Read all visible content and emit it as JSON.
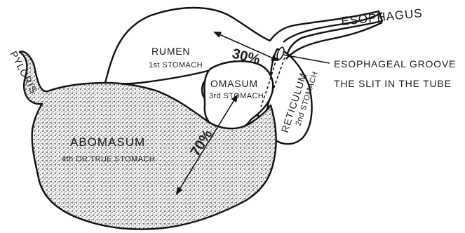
{
  "labels": {
    "esophagus": "ESOPHAGUS",
    "rumen": "RUMEN",
    "rumen_sub": "1st STOMACH",
    "pylorus": "PYLORIS",
    "omasum": "OMASUM",
    "omasum_sub": "3rd STOMACH",
    "reticulum": "RETICULUM",
    "reticulum_sub": "2nd STOMACH",
    "abomasum": "ABOMASUM",
    "abomasum_sub": "4th OR TRUE STOMACH",
    "esophageal_groove": "ESOPHAGEAL GROOVE",
    "slit": "THE SLIT IN THE TUBE"
  },
  "percentages": {
    "rumen_share": "30%",
    "abomasum_share": "70%"
  }
}
